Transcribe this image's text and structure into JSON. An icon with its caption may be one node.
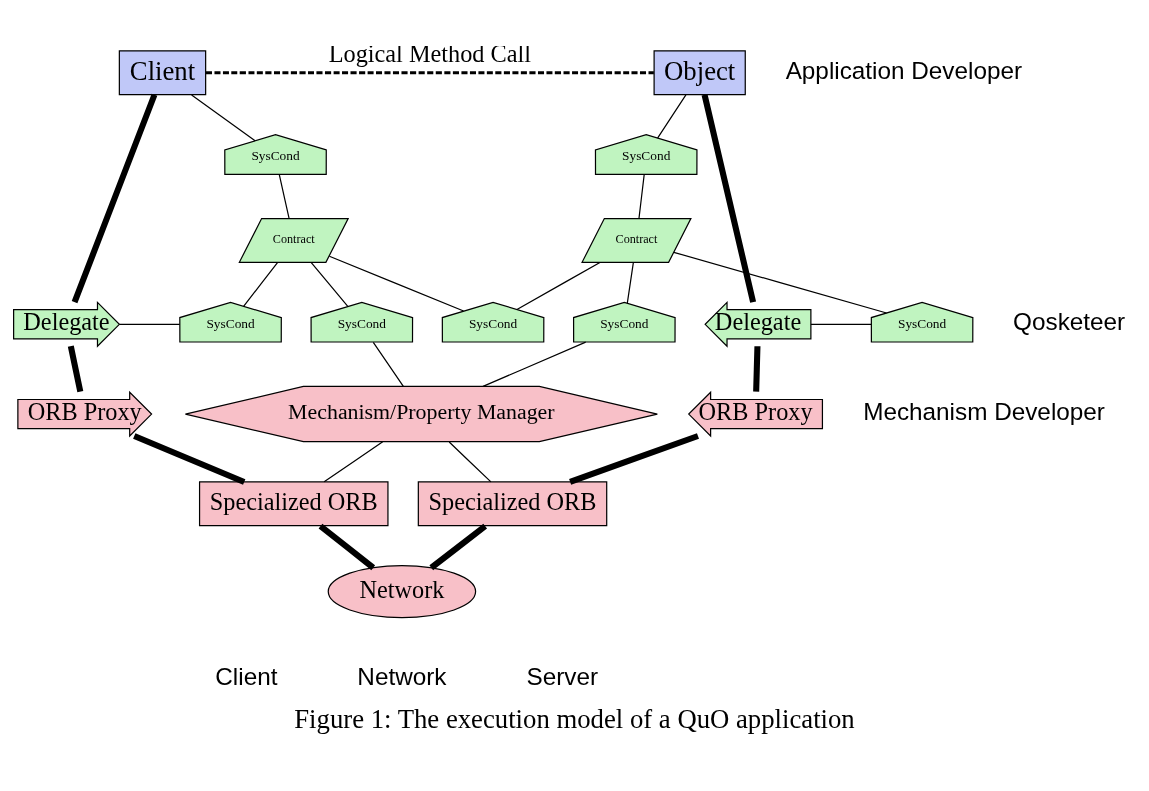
{
  "diagram": {
    "caption": "Figure 1: The execution model of a QuO application",
    "nodes": [
      {
        "text": [
          "Client"
        ]
      },
      {
        "text": [
          "Object"
        ]
      },
      {
        "text": [
          "SysCond"
        ]
      },
      {
        "text": [
          "SysCond"
        ]
      },
      {
        "text": [
          "Contract"
        ]
      },
      {
        "text": [
          "Contract"
        ]
      },
      {
        "text": [
          "Delegate"
        ]
      },
      {
        "text": [
          "SysCond"
        ]
      },
      {
        "text": [
          "SysCond"
        ]
      },
      {
        "text": [
          "SysCond"
        ]
      },
      {
        "text": [
          "Delegate"
        ]
      },
      {
        "text": [
          "SysCond"
        ]
      },
      {
        "text": [
          "SysCond"
        ]
      },
      {
        "text": [
          "ORB Proxy"
        ]
      },
      {
        "text": [
          "Mechanism/Property Manager"
        ]
      },
      {
        "text": [
          "ORB Proxy"
        ]
      },
      {
        "text": [
          "Specialized ORB"
        ]
      },
      {
        "text": [
          "Specialized ORB"
        ]
      },
      {
        "text": [
          "Network"
        ]
      }
    ],
    "edges": [
      {
        "from": 0,
        "to": 1,
        "arrow": "none",
        "label": "Logical Method Call",
        "style": "dashed"
      },
      {
        "from": 0,
        "to": 2,
        "arrow": "none"
      },
      {
        "from": 2,
        "to": 4,
        "arrow": "none"
      },
      {
        "from": 1,
        "to": 3,
        "arrow": "none"
      },
      {
        "from": 3,
        "to": 5,
        "arrow": "none"
      },
      {
        "from": 0,
        "to": 6,
        "arrow": "none",
        "style": "thick"
      },
      {
        "from": 1,
        "to": 10,
        "arrow": "none",
        "style": "thick"
      },
      {
        "from": 6,
        "to": 7,
        "arrow": "none"
      },
      {
        "from": 7,
        "to": 4,
        "arrow": "none"
      },
      {
        "from": 4,
        "to": 8,
        "arrow": "none"
      },
      {
        "from": 5,
        "to": 8,
        "arrow": "none"
      },
      {
        "from": 10,
        "to": 9,
        "arrow": "none"
      },
      {
        "from": 9,
        "to": 5,
        "arrow": "none"
      },
      {
        "from": 4,
        "to": 11,
        "arrow": "none"
      },
      {
        "from": 5,
        "to": 12,
        "arrow": "none"
      },
      {
        "from": 11,
        "to": 14,
        "arrow": "none"
      },
      {
        "from": 12,
        "to": 14,
        "arrow": "none"
      },
      {
        "from": 6,
        "to": 13,
        "arrow": "none",
        "style": "thick"
      },
      {
        "from": 10,
        "to": 15,
        "arrow": "none",
        "style": "thick"
      },
      {
        "from": 14,
        "to": 16,
        "arrow": "none"
      },
      {
        "from": 14,
        "to": 17,
        "arrow": "none"
      },
      {
        "from": 13,
        "to": 16,
        "arrow": "none",
        "style": "thick"
      },
      {
        "from": 15,
        "to": 17,
        "arrow": "none",
        "style": "thick"
      },
      {
        "from": 16,
        "to": 18,
        "arrow": "none",
        "style": "thick"
      },
      {
        "from": 17,
        "to": 18,
        "arrow": "none",
        "style": "thick"
      }
    ],
    "labels": [
      "Application Developer",
      "Qosketeer",
      "Mechanism Developer",
      "Client",
      "Network",
      "Server"
    ]
  }
}
